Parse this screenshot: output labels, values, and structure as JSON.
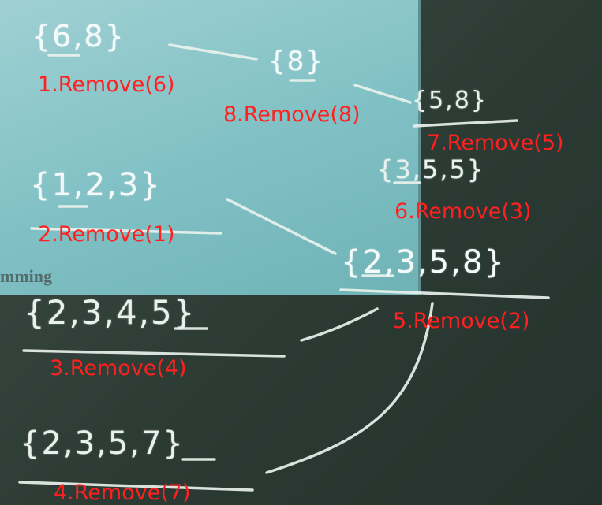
{
  "projection_text": "mming",
  "nodes": {
    "s68": {
      "set": "{6,8}",
      "label": "1.Remove(6)"
    },
    "s123": {
      "set": "{1,2,3}",
      "label": "2.Remove(1)"
    },
    "s2345": {
      "set": "{2,3,4,5}",
      "label": "3.Remove(4)"
    },
    "s2357": {
      "set": "{2,3,5,7}",
      "label": "4.Remove(7)"
    },
    "s2358": {
      "set": "{2,3,5,8}",
      "label": "5.Remove(2)"
    },
    "s355": {
      "set": "{3,5,5}",
      "label": "6.Remove(3)"
    },
    "s58": {
      "set": "{5,8}",
      "label": "7.Remove(5)"
    },
    "s8": {
      "set": "{8}",
      "label": "8.Remove(8)"
    }
  },
  "colors": {
    "label": "#ff2020",
    "chalk": "#e9f1ec",
    "projection": "#8ccacd",
    "board": "#2f3f38"
  }
}
